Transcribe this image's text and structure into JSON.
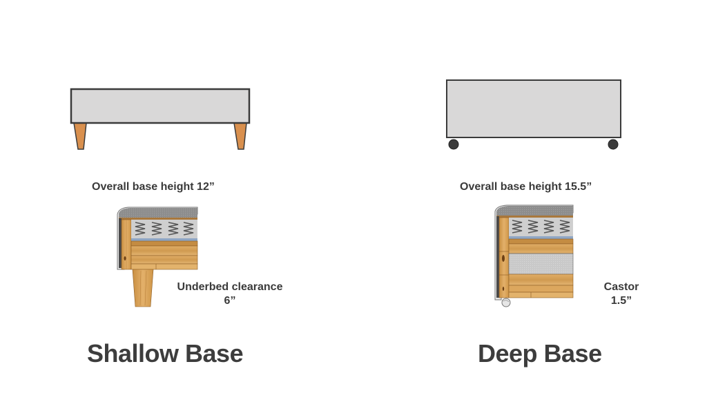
{
  "colors": {
    "upholstery": "#d9d8d8",
    "outline": "#3a3a3a",
    "leg_side_view": "#d9904e",
    "castor_side_view": "#3b3b3b",
    "wood": "#d9a35a",
    "wood_dark": "#b27a35",
    "fabric_top": "#8f8f8f",
    "spring_bg": "#cfcfcf",
    "blue_felt": "#8fa6c4",
    "text": "#3d3d3d"
  },
  "shallow": {
    "title": "Shallow Base",
    "height_label": "Overall base height 12”",
    "clearance_label": "Underbed clearance",
    "clearance_value": "6”",
    "support_type": "wooden-legs"
  },
  "deep": {
    "title": "Deep Base",
    "height_label": "Overall base height 15.5”",
    "castor_label": "Castor",
    "castor_value": "1.5”",
    "support_type": "castors"
  }
}
